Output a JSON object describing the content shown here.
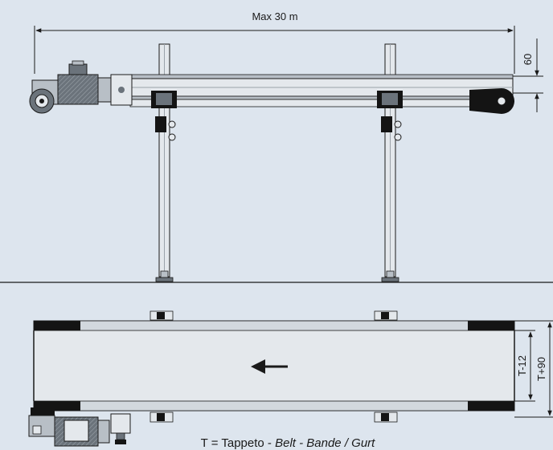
{
  "colors": {
    "background": "#dde5ee",
    "line": "#1a1a1a",
    "metal_light": "#e4e8ec",
    "metal_mid": "#b8bfc6",
    "metal_dark": "#6b737b",
    "belt_black": "#141414"
  },
  "side_view": {
    "length_label": "Max 30 m",
    "height_label": "60"
  },
  "top_view": {
    "inner_width_label": "T-12",
    "outer_width_label": "T+90",
    "flow_direction": "left-arrow-icon"
  },
  "caption": {
    "prefix": "T = Tappeto - ",
    "translations": "Belt - Bande / Gurt"
  }
}
